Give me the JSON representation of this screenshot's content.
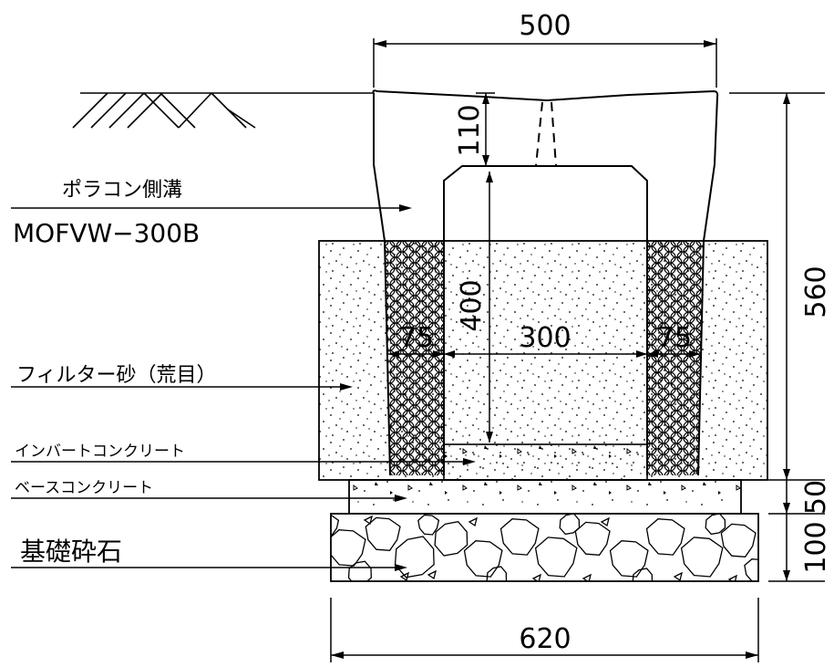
{
  "labels": {
    "product_name": "ポラコン側溝",
    "product_code": "MOFVW−300B",
    "filter_sand": "フィルター砂（荒目）",
    "invert_concrete": "インバートコンクリート",
    "base_concrete": "ベースコンクリート",
    "foundation_gravel": "基礎砕石"
  },
  "dims": {
    "top_width": "500",
    "top_thickness": "110",
    "channel_depth": "400",
    "channel_width": "300",
    "left_side": "75",
    "right_side": "75",
    "total_height": "560",
    "base_height": "50",
    "gravel_height": "100",
    "bottom_width": "620"
  },
  "colors": {
    "line": "#000000",
    "background": "#ffffff"
  }
}
